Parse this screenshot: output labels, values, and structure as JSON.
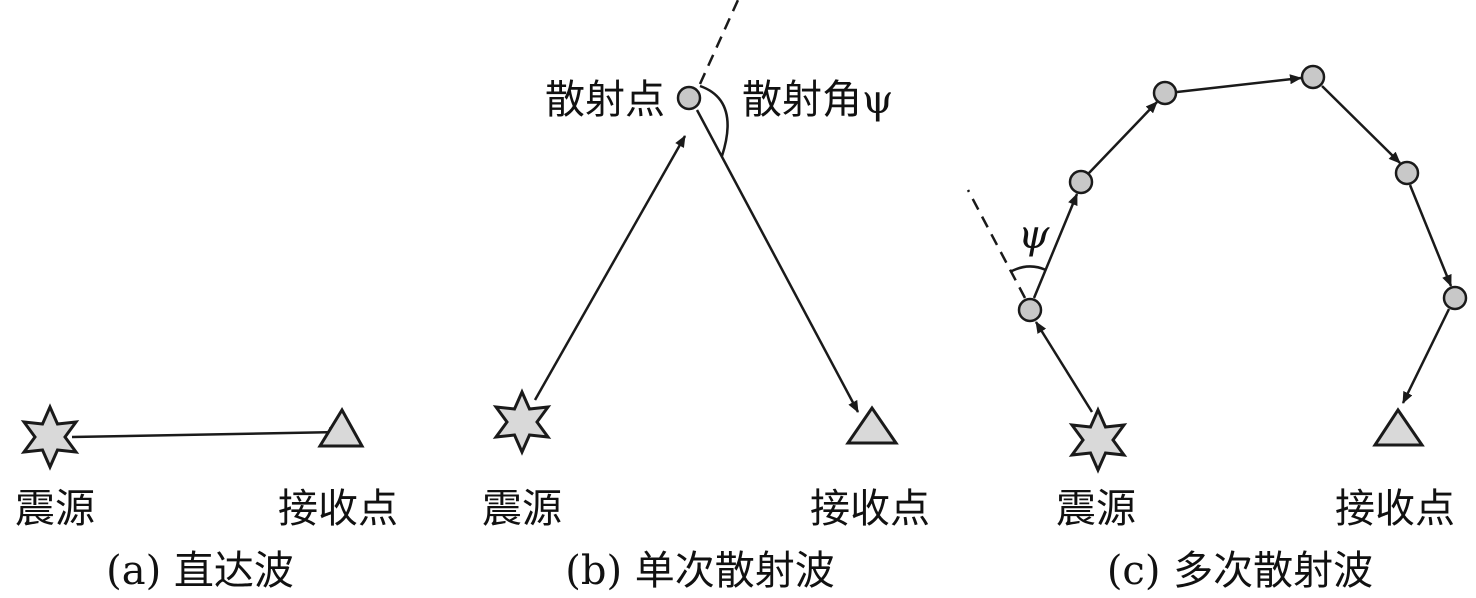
{
  "panels": [
    {
      "source_label": "震源",
      "receiver_label": "接收点",
      "caption": "(a) 直达波"
    },
    {
      "source_label": "震源",
      "receiver_label": "接收点",
      "caption": "(b) 单次散射波",
      "scatter_point_label": "散射点",
      "scatter_angle_label": "散射角ψ"
    },
    {
      "source_label": "震源",
      "receiver_label": "接收点",
      "caption": "(c) 多次散射波",
      "angle_symbol": "ψ"
    }
  ]
}
